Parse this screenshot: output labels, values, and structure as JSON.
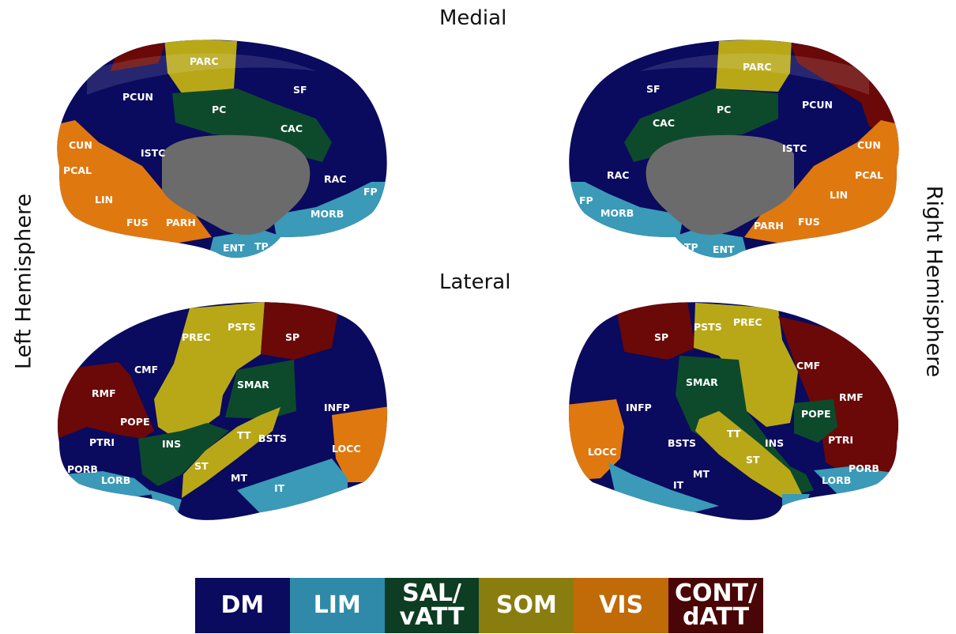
{
  "headings": {
    "medial": "Medial",
    "lateral": "Lateral"
  },
  "hemispheres": {
    "left": "Left Hemisphere",
    "right": "Right Hemisphere"
  },
  "colors": {
    "DM": "#0a0a5e",
    "LIM": "#3a9ab8",
    "SAL": "#0d4a2c",
    "SOM": "#b8a818",
    "VIS": "#e07810",
    "CONT": "#6b0808",
    "wall": "#6b6b6b"
  },
  "legend": [
    {
      "label": "DM",
      "color": "#0a0a5e"
    },
    {
      "label": "LIM",
      "color": "#2e8aa8"
    },
    {
      "label": "SAL/\nvATT",
      "color": "#0d3d22"
    },
    {
      "label": "SOM",
      "color": "#8a7d10"
    },
    {
      "label": "VIS",
      "color": "#c06a08"
    },
    {
      "label": "CONT/\ndATT",
      "color": "#4a0606"
    }
  ],
  "regions": {
    "left_medial": [
      "PARC",
      "SF",
      "PCUN",
      "PC",
      "CAC",
      "CUN",
      "ISTC",
      "PCAL",
      "RAC",
      "FP",
      "LIN",
      "MORB",
      "FUS",
      "PARH",
      "ENT",
      "TP"
    ],
    "right_medial": [
      "PARC",
      "SF",
      "PC",
      "PCUN",
      "CAC",
      "ISTC",
      "CUN",
      "PCAL",
      "RAC",
      "LIN",
      "FP",
      "MORB",
      "FUS",
      "PARH",
      "TP",
      "ENT"
    ],
    "left_lateral": [
      "PSTS",
      "SP",
      "PREC",
      "CMF",
      "SMAR",
      "RMF",
      "INFP",
      "POPE",
      "TT",
      "PTRI",
      "INS",
      "BSTS",
      "LOCC",
      "ST",
      "PORB",
      "LORB",
      "MT",
      "IT"
    ],
    "right_lateral": [
      "SP",
      "PSTS",
      "PREC",
      "CMF",
      "SMAR",
      "INFP",
      "RMF",
      "POPE",
      "TT",
      "BSTS",
      "INS",
      "PTRI",
      "LOCC",
      "ST",
      "PORB",
      "LORB",
      "MT",
      "IT"
    ]
  }
}
